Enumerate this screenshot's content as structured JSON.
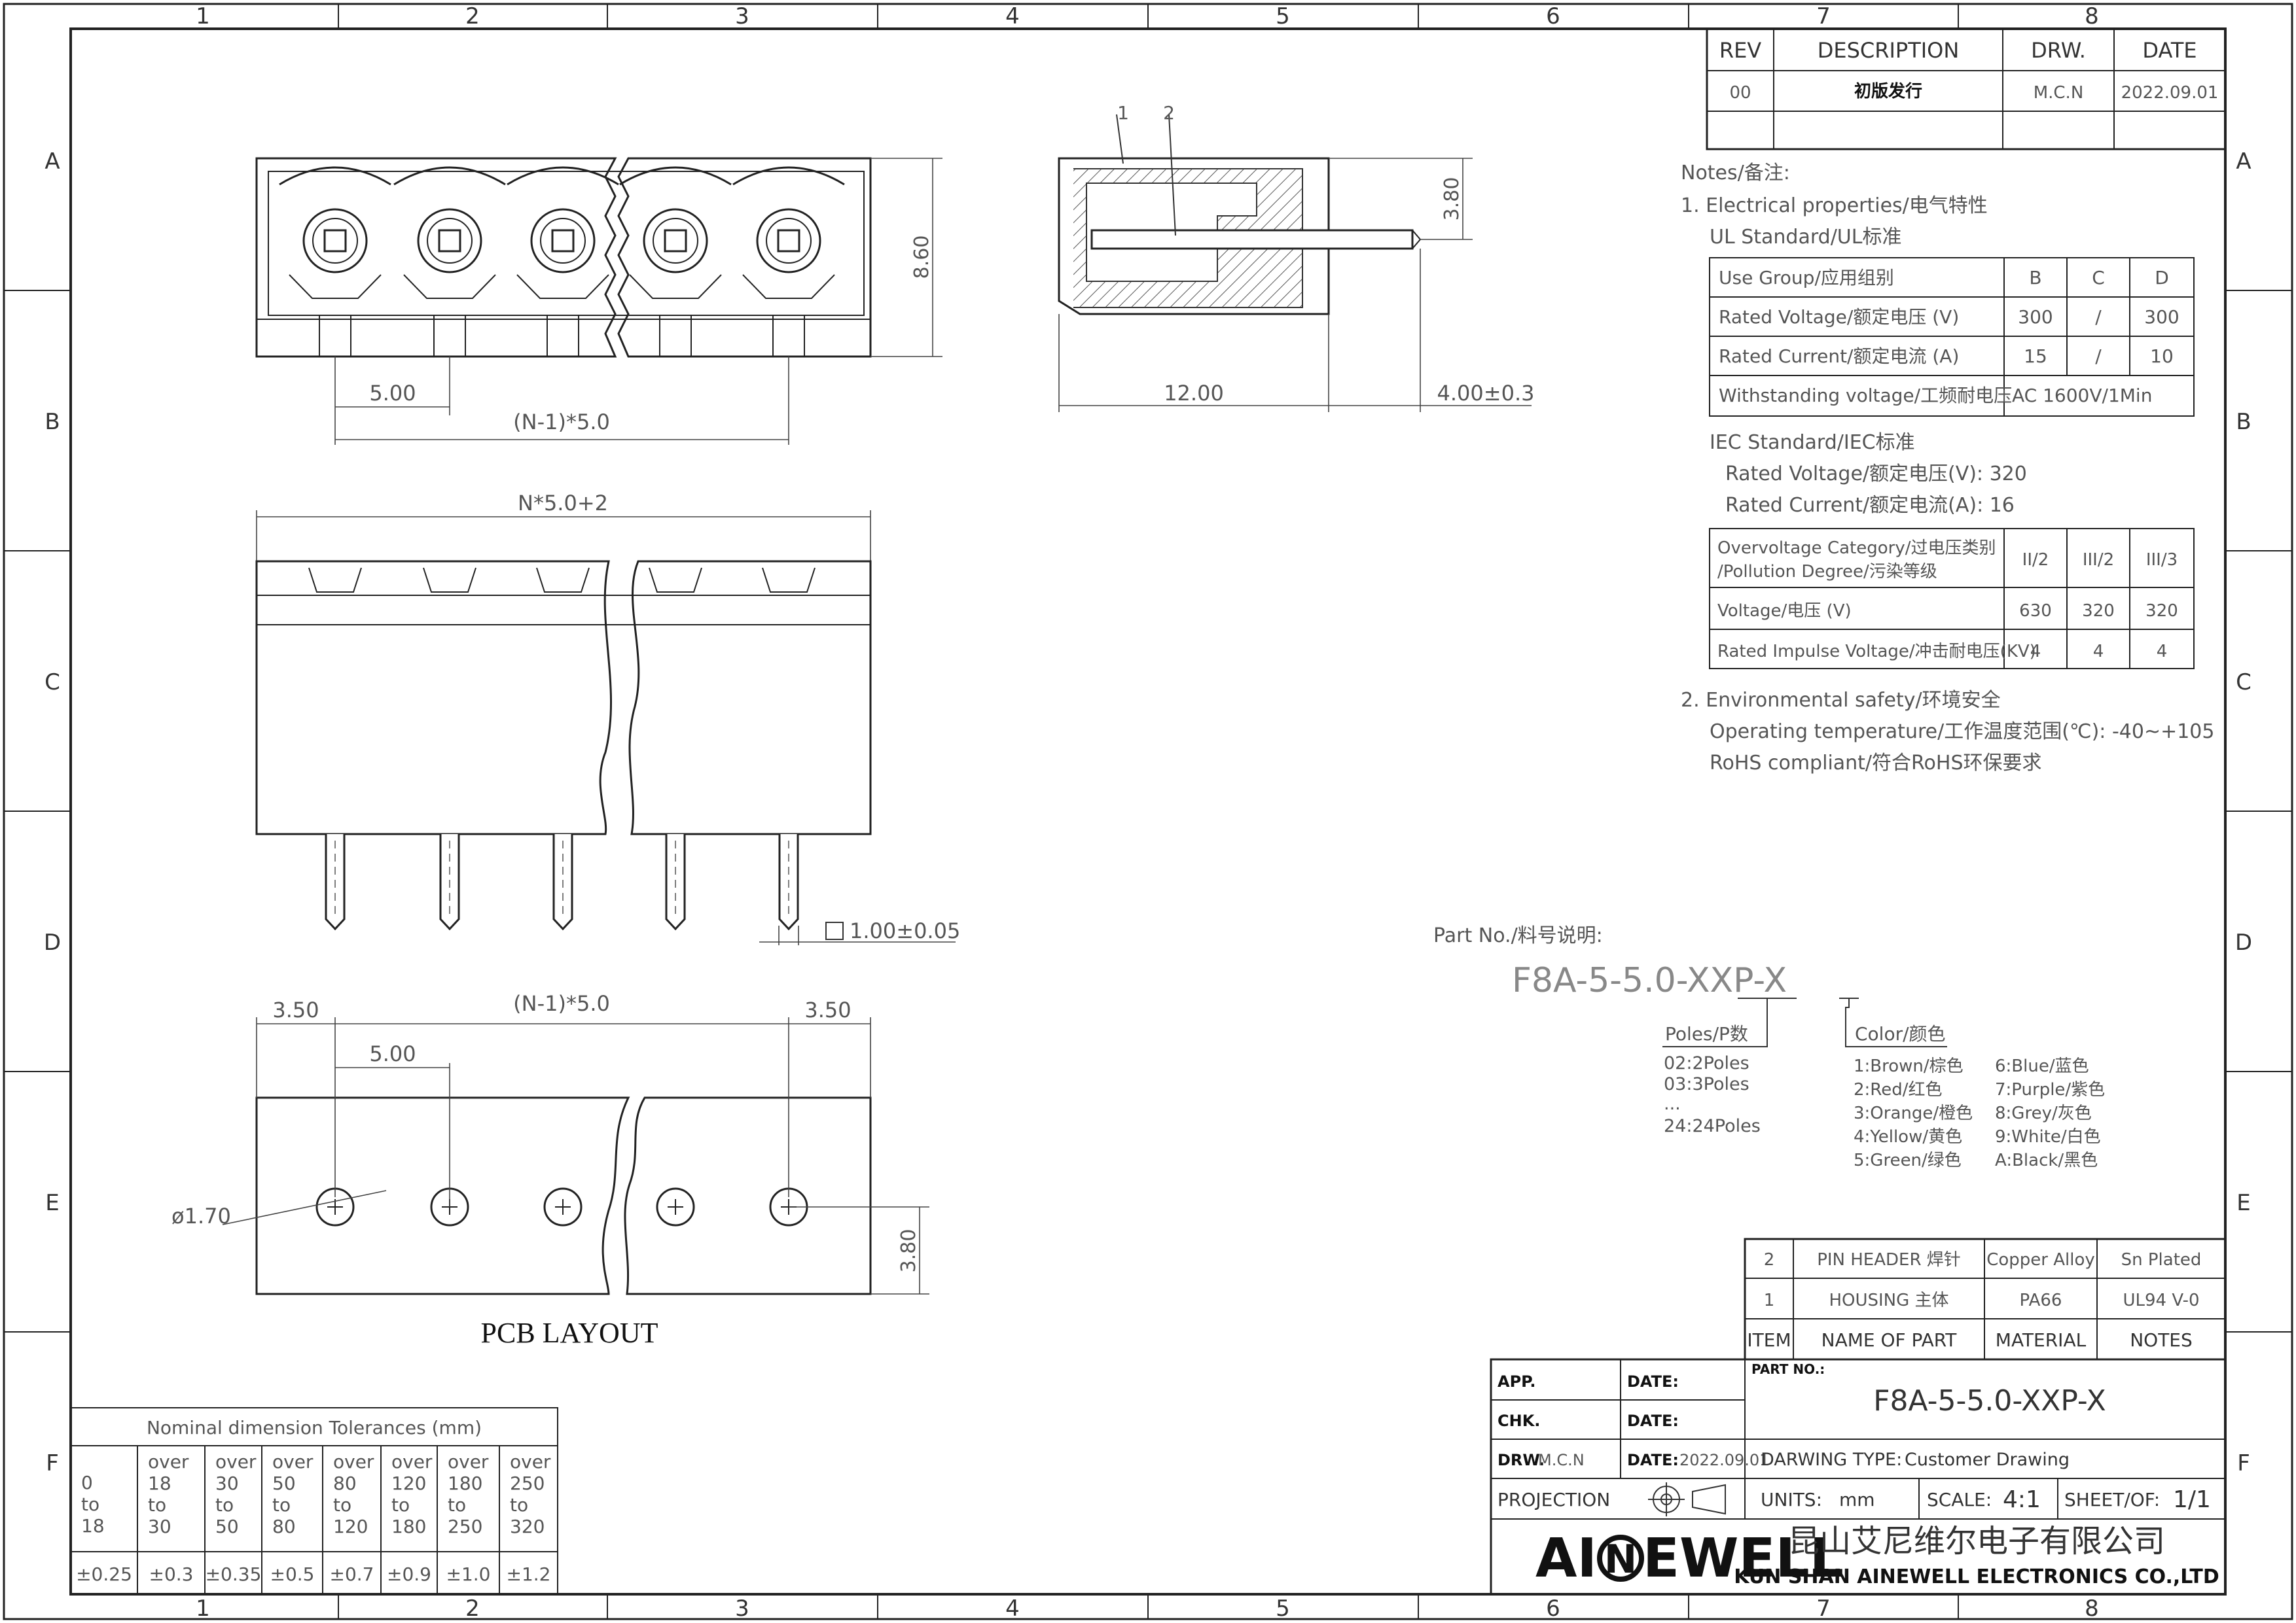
{
  "frame": {
    "columns": [
      "1",
      "2",
      "3",
      "4",
      "5",
      "6",
      "7",
      "8"
    ],
    "rows": [
      "A",
      "B",
      "C",
      "D",
      "E",
      "F"
    ]
  },
  "revision_table": {
    "headers": [
      "REV",
      "DESCRIPTION",
      "DRW.",
      "DATE"
    ],
    "row": [
      "00",
      "初版发行",
      "M.C.N",
      "2022.09.01"
    ]
  },
  "notes": {
    "title": "Notes/备注:",
    "electrical": "1. Electrical properties/电气特性",
    "ul_standard": "UL Standard/UL标准",
    "ul_table": {
      "rows": [
        [
          "Use Group/应用组别",
          "B",
          "C",
          "D"
        ],
        [
          "Rated Voltage/额定电压 (V)",
          "300",
          "/",
          "300"
        ],
        [
          "Rated Current/额定电流 (A)",
          "15",
          "/",
          "10"
        ]
      ],
      "withstand_label": "Withstanding voltage/工频耐电压",
      "withstand_value": "AC 1600V/1Min"
    },
    "iec_standard": "IEC Standard/IEC标准",
    "iec_voltage": "Rated Voltage/额定电压(V): 320",
    "iec_current": "Rated Current/额定电流(A): 16",
    "iec_table": {
      "row1_label_a": "Overvoltage Category/过电压类别",
      "row1_label_b": "/Pollution Degree/污染等级",
      "row1": [
        "II/2",
        "III/2",
        "III/3"
      ],
      "row2_label": "Voltage/电压 (V)",
      "row2": [
        "630",
        "320",
        "320"
      ],
      "row3_label": "Rated Impulse Voltage/冲击耐电压(KV)",
      "row3": [
        "4",
        "4",
        "4"
      ]
    },
    "env": "2. Environmental safety/环境安全",
    "temp": "Operating temperature/工作温度范围(℃): -40~+105",
    "rohs": "RoHS compliant/符合RoHS环保要求"
  },
  "part_no": {
    "label": "Part No./料号说明:",
    "code": "F8A-5-5.0-XXP-X",
    "poles_title": "Poles/P数",
    "poles": [
      "02:2Poles",
      "03:3Poles",
      "...",
      "24:24Poles"
    ],
    "color_title": "Color/颜色",
    "colors_left": [
      "1:Brown/棕色",
      "2:Red/红色",
      "3:Orange/橙色",
      "4:Yellow/黄色",
      "5:Green/绿色"
    ],
    "colors_right": [
      "6:Blue/蓝色",
      "7:Purple/紫色",
      "8:Grey/灰色",
      "9:White/白色",
      "A:Black/黑色"
    ]
  },
  "dimensions": {
    "pitch": "5.00",
    "n1_pitch": "(N-1)*5.0",
    "height": "8.60",
    "depth": "12.00",
    "pin_protrude": "4.00±0.3",
    "pin_height": "3.80",
    "overall": "N*5.0+2",
    "pin_square": "1.00±0.05",
    "pcb_edge": "3.50",
    "hole_dia": "ø1.70",
    "pcb_offset": "3.80",
    "callout_1": "1",
    "callout_2": "2"
  },
  "pcb_title": "PCB LAYOUT",
  "tolerances": {
    "title": "Nominal dimension Tolerances (mm)",
    "ranges": [
      [
        "0",
        "to",
        "18"
      ],
      [
        "over",
        "18",
        "to",
        "30"
      ],
      [
        "over",
        "30",
        "to",
        "50"
      ],
      [
        "over",
        "50",
        "to",
        "80"
      ],
      [
        "over",
        "80",
        "to",
        "120"
      ],
      [
        "over",
        "120",
        "to",
        "180"
      ],
      [
        "over",
        "180",
        "to",
        "250"
      ],
      [
        "over",
        "250",
        "to",
        "320"
      ]
    ],
    "values": [
      "±0.25",
      "±0.3",
      "±0.35",
      "±0.5",
      "±0.7",
      "±0.9",
      "±1.0",
      "±1.2"
    ]
  },
  "bom": {
    "rows": [
      [
        "2",
        "PIN HEADER 焊针",
        "Copper Alloy",
        "Sn Plated"
      ],
      [
        "1",
        "HOUSING 主体",
        "PA66",
        "UL94 V-0"
      ]
    ],
    "headers": [
      "ITEM",
      "NAME OF PART",
      "MATERIAL",
      "NOTES"
    ]
  },
  "title_block": {
    "app": "APP.",
    "chk": "CHK.",
    "drw": "DRW.",
    "drw_name": "M.C.N",
    "date": "DATE:",
    "date_value": "2022.09.01",
    "projection": "PROJECTION",
    "part_no_label": "PART NO.:",
    "part_no": "F8A-5-5.0-XXP-X",
    "drawing_type_label": "DARWING TYPE:",
    "drawing_type": "Customer Drawing",
    "units_label": "UNITS:",
    "units": "mm",
    "scale_label": "SCALE:",
    "scale": "4:1",
    "sheet_label": "SHEET/OF:",
    "sheet": "1/1",
    "logo_a": "AI",
    "logo_n": "N",
    "logo_b": "EWELL",
    "company_cn": "昆山艾尼维尔电子有限公司",
    "company_en": "KUN SHAN AINEWELL ELECTRONICS CO.,LTD"
  }
}
